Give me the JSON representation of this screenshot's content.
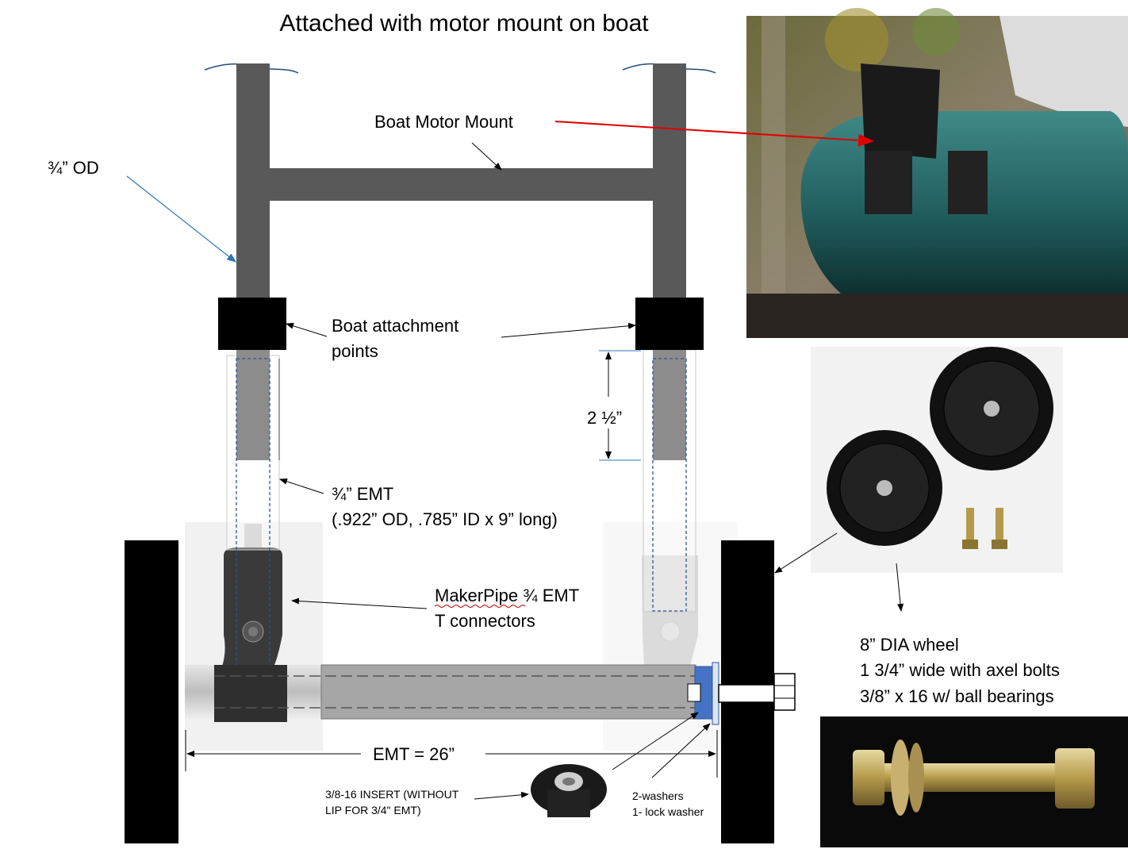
{
  "title": "Attached with motor mount on boat",
  "labels": {
    "od": "¾” OD",
    "motor_mount": "Boat Motor Mount",
    "attach_line1": "Boat attachment",
    "attach_line2": "points",
    "dimension": "2 ½”",
    "emt_line1": "¾” EMT",
    "emt_line2": "(.922” OD, .785” ID x 9” long)",
    "maker_line1": "MakerPipe ¾ EMT",
    "maker_line2": "T connectors",
    "emt_length": "EMT = 26”",
    "insert_line1": "3/8-16 INSERT (WITHOUT",
    "insert_line2": "LIP FOR 3/4\" EMT)",
    "washers_line1": "2-washers",
    "washers_line2": "1- lock washer",
    "wheel_line1": "8” DIA wheel",
    "wheel_line2": "1 3/4” wide with axel bolts",
    "wheel_line3": "3/8” x 16 w/ ball bearings"
  },
  "colors": {
    "frame": "#595959",
    "tube": "#a6a6a6",
    "washer": "#4472c4",
    "arrow_red": "#e00000",
    "arrow_blue": "#2e75b6"
  }
}
